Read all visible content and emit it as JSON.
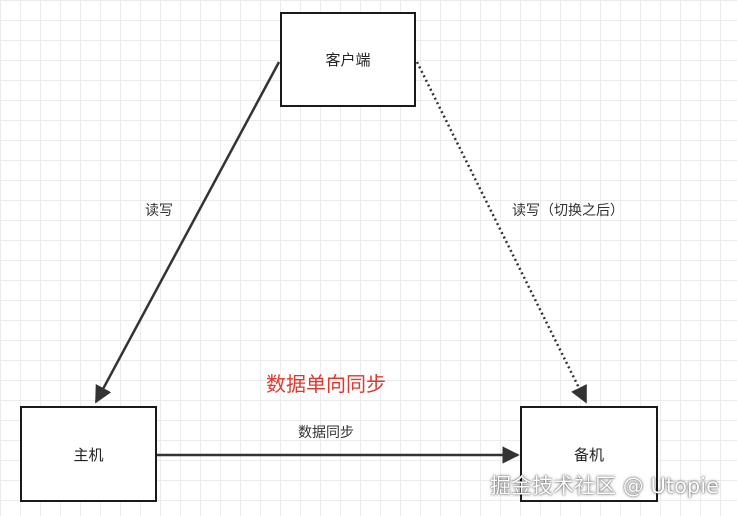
{
  "nodes": {
    "client": "客户端",
    "primary": "主机",
    "backup": "备机"
  },
  "edges": {
    "client_to_primary": "读写",
    "client_to_backup": "读写（切换之后）",
    "primary_to_backup": "数据同步"
  },
  "annotation": "数据单向同步",
  "watermark": "掘金技术社区 @ Utopie",
  "colors": {
    "annotation": "#e8352b",
    "box_border": "#1a1a1a",
    "edge": "#333333",
    "grid": "#ebebeb"
  }
}
